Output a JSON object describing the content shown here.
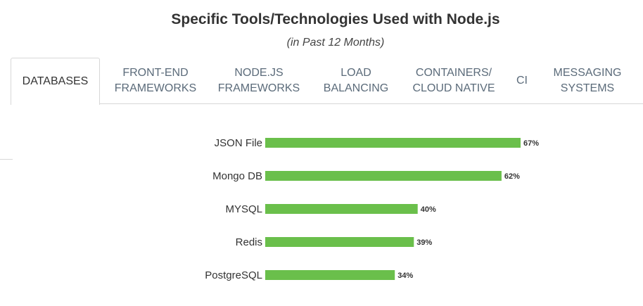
{
  "header": {
    "title": "Specific Tools/Technologies Used with Node.js",
    "subtitle": "(in Past 12 Months)"
  },
  "tabs": [
    {
      "label": "DATABASES",
      "active": true
    },
    {
      "label": "FRONT-END\nFRAMEWORKS",
      "active": false
    },
    {
      "label": "NODE.JS\nFRAMEWORKS",
      "active": false
    },
    {
      "label": "LOAD\nBALANCING",
      "active": false
    },
    {
      "label": "CONTAINERS/\nCLOUD NATIVE",
      "active": false
    },
    {
      "label": "CI",
      "active": false
    },
    {
      "label": "MESSAGING\nSYSTEMS",
      "active": false
    }
  ],
  "colors": {
    "bar": "#6abf4b",
    "active_tab_text": "#333333",
    "inactive_tab_text": "#5b6b7a"
  },
  "chart_data": {
    "type": "bar",
    "orientation": "horizontal",
    "categories": [
      "JSON File",
      "Mongo DB",
      "MYSQL",
      "Redis",
      "PostgreSQL"
    ],
    "values": [
      67,
      62,
      40,
      39,
      34
    ],
    "value_labels": [
      "67%",
      "62%",
      "40%",
      "39%",
      "34%"
    ],
    "unit": "%",
    "xlim": [
      0,
      100
    ],
    "grid": false,
    "legend": "none"
  }
}
